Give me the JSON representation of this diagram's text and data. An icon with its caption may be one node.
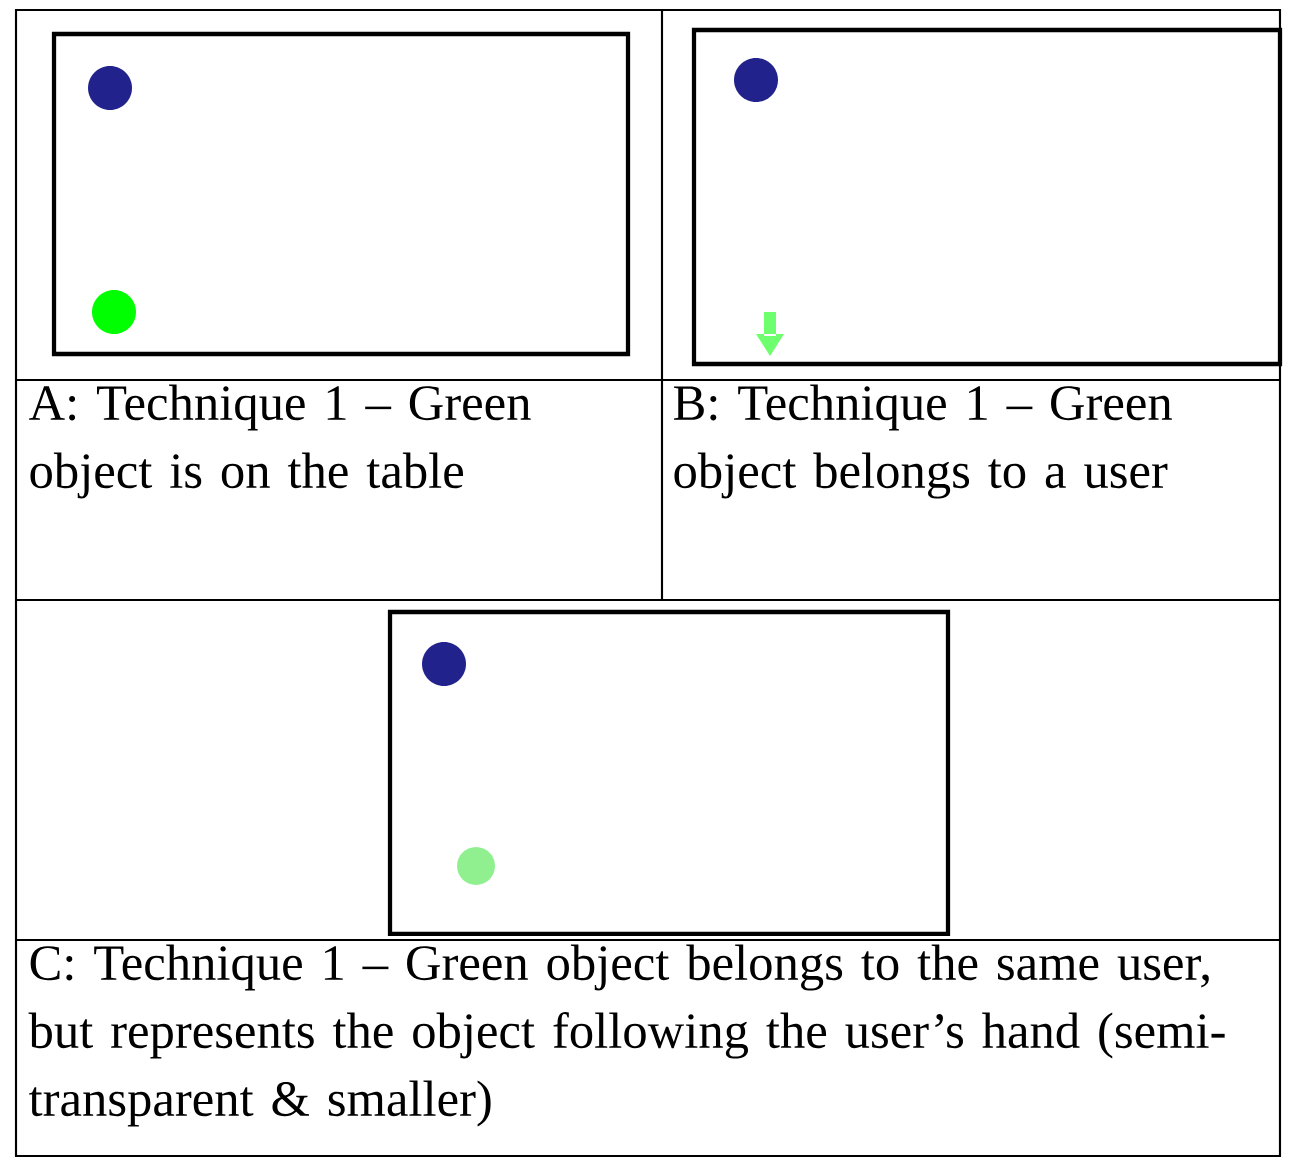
{
  "diagram": {
    "labels": [
      "A: Technique 1 – Green object is on the table",
      "B: Technique 1 – Green object belongs to a user",
      "C: Technique 1 – Green object belongs to the same user, but represents the object following the user’s hand (semi-transparent & smaller)"
    ]
  }
}
